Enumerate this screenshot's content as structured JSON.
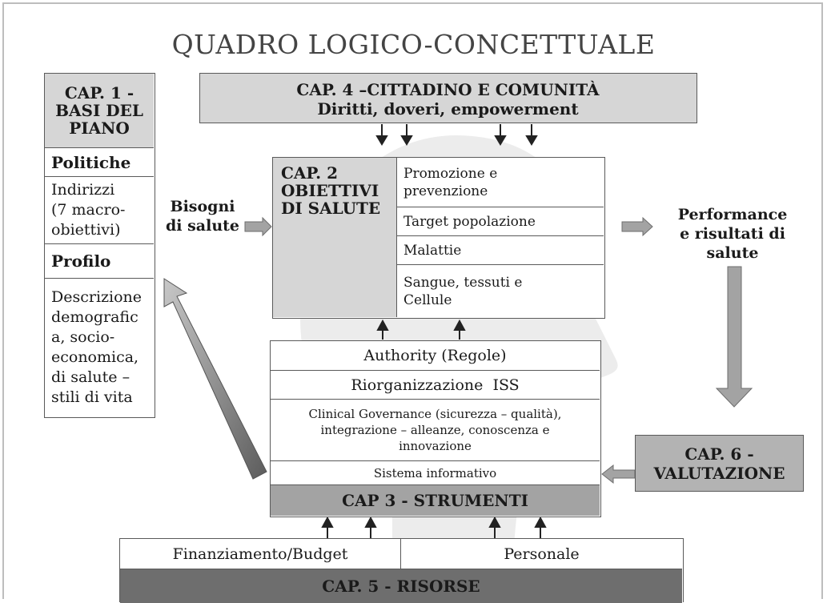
{
  "title": "QUADRO LOGICO-CONCETTUALE",
  "cap1": {
    "heading": "CAP. 1 -\nBASI DEL\nPIANO",
    "politiche": "Politiche",
    "indirizzi": "Indirizzi\n(7 macro-\nobiettivi)",
    "profilo": "Profilo",
    "descrizione": "Descrizione\ndemografic\na, socio-\neconomica,\ndi salute –\nstili di vita"
  },
  "cap4": {
    "title": "CAP. 4 –CITTADINO E COMUNITÀ",
    "subtitle": "Diritti, doveri, empowerment"
  },
  "bisogni": "Bisogni\ndi salute",
  "cap2": {
    "heading": "CAP. 2\nOBIETTIVI\nDI SALUTE",
    "items": [
      "Promozione e\nprevenzione",
      "Target popolazione",
      "Malattie",
      "Sangue, tessuti e\nCellule"
    ]
  },
  "performance": "Performance\ne risultati di\nsalute",
  "cap3": {
    "items": [
      "Authority (Regole)",
      "Riorganizzazione  ISS",
      "Clinical Governance (sicurezza – qualità),\nintegrazione – alleanze, conoscenza e\ninnovazione",
      "Sistema informativo"
    ],
    "footer": "CAP 3 - STRUMENTI"
  },
  "cap6": "CAP. 6 -\nVALUTAZIONE",
  "cap5": {
    "items": [
      "Finanziamento/Budget",
      "Personale"
    ],
    "footer": "CAP. 5 - RISORSE"
  },
  "colors": {
    "light_gray": "#d6d6d6",
    "mid_gray": "#a3a3a3",
    "dark_gray": "#6e6e6e",
    "silhouette": "#ececec"
  }
}
